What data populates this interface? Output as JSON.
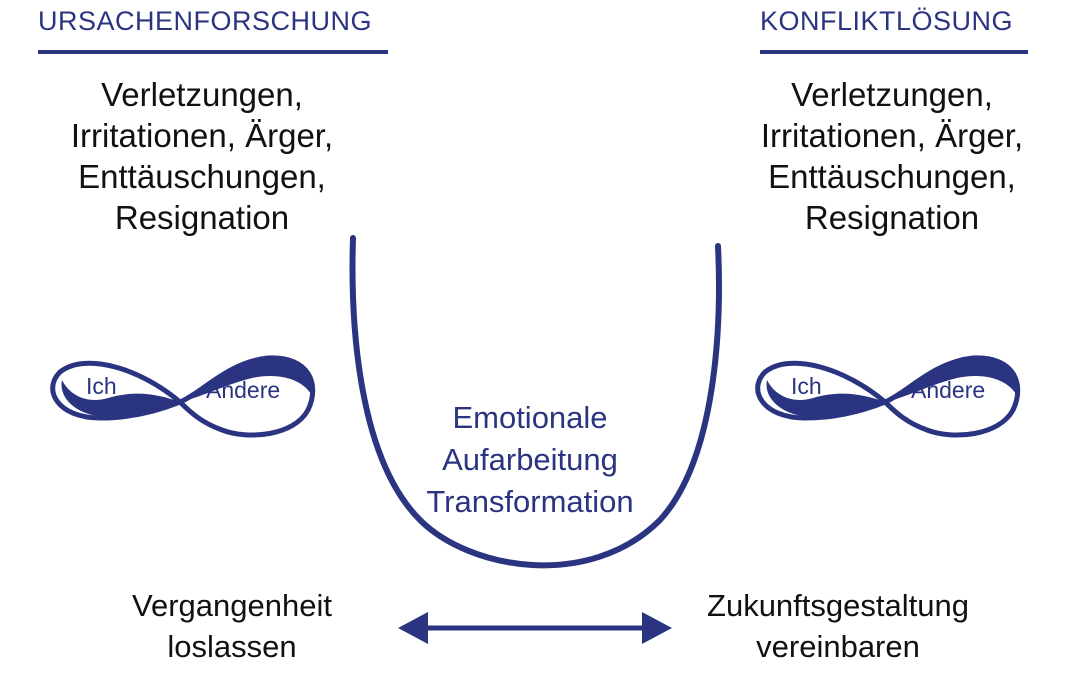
{
  "headings": {
    "left": "URSACHENFORSCHUNG",
    "right": "KONFLIKTLÖSUNG"
  },
  "issues_left": [
    "Verletzungen,",
    "Irritationen, Ärger,",
    "Enttäuschungen,",
    "Resignation"
  ],
  "issues_right": [
    "Verletzungen,",
    "Irritationen, Ärger,",
    "Enttäuschungen,",
    "Resignation"
  ],
  "loops": {
    "left": {
      "self": "Ich",
      "other": "Andere"
    },
    "right": {
      "self": "Ich",
      "other": "Andere"
    }
  },
  "center": [
    "Emotionale",
    "Aufarbeitung",
    "Transformation"
  ],
  "bottom": {
    "left": [
      "Vergangenheit",
      "loslassen"
    ],
    "right": [
      "Zukunftsgestaltung",
      "vereinbaren"
    ]
  },
  "colors": {
    "accent": "#2b3480",
    "text": "#111111",
    "background": "#ffffff"
  }
}
